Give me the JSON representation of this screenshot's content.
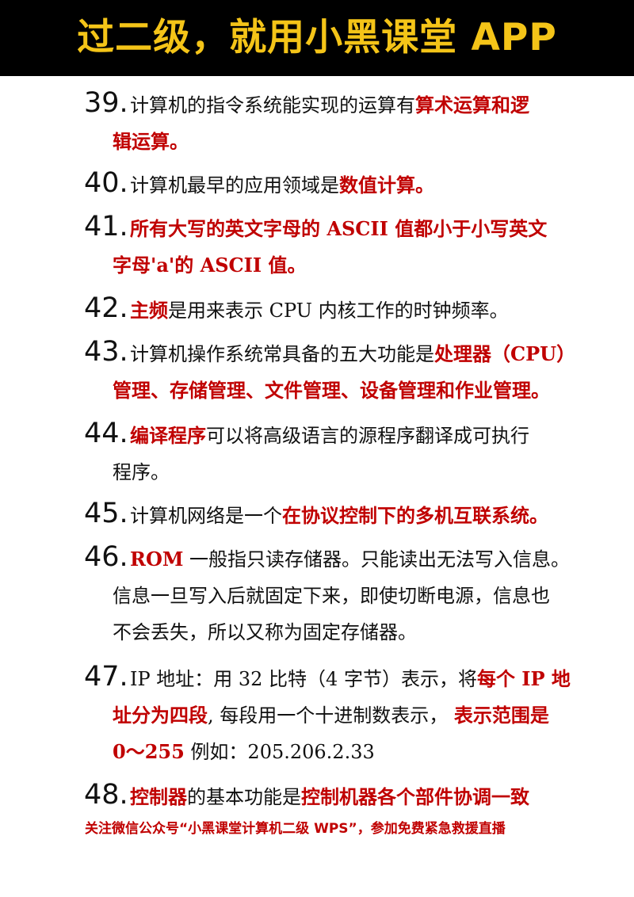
{
  "header": {
    "title": "过二级，就用小黑课堂 APP"
  },
  "items": [
    {
      "num": "39.",
      "lines": [
        [
          {
            "t": "计算机的指令系统能实现的运算有",
            "r": false
          },
          {
            "t": "算术运算和逻",
            "r": true
          }
        ],
        [
          {
            "t": "辑运算。",
            "r": true
          }
        ]
      ]
    },
    {
      "num": "40.",
      "lines": [
        [
          {
            "t": "计算机最早的应用领域是",
            "r": false
          },
          {
            "t": "数值计算。",
            "r": true
          }
        ]
      ]
    },
    {
      "num": "41.",
      "lines": [
        [
          {
            "t": "所有大写的英文字母的 ASCII 值都小于小写英文",
            "r": true
          }
        ],
        [
          {
            "t": "字母'a'的 ASCII 值。",
            "r": true
          }
        ]
      ]
    },
    {
      "num": "42.",
      "lines": [
        [
          {
            "t": "主频",
            "r": true
          },
          {
            "t": "是用来表示 CPU 内核工作的时钟频率。",
            "r": false
          }
        ]
      ]
    },
    {
      "num": "43.",
      "lines": [
        [
          {
            "t": "计算机操作系统常具备的五大功能是",
            "r": false
          },
          {
            "t": "处理器（CPU）",
            "r": true
          }
        ],
        [
          {
            "t": "管理、存储管理、文件管理、设备管理和作业管理。",
            "r": true
          }
        ]
      ]
    },
    {
      "num": "44.",
      "lines": [
        [
          {
            "t": "编译程序",
            "r": true
          },
          {
            "t": "可以将高级语言的源程序翻译成可执行",
            "r": false
          }
        ],
        [
          {
            "t": "程序。",
            "r": false
          }
        ]
      ]
    },
    {
      "num": "45.",
      "lines": [
        [
          {
            "t": "计算机网络是一个",
            "r": false
          },
          {
            "t": "在协议控制下的多机互联系统。",
            "r": true
          }
        ]
      ]
    },
    {
      "num": "46.",
      "lines": [
        [
          {
            "t": "ROM",
            "r": true
          },
          {
            "t": " 一般指只读存储器。只能读出无法写入信息。",
            "r": false
          }
        ],
        [
          {
            "t": "信息一旦写入后就固定下来，即使切断电源，信息也",
            "r": false
          }
        ],
        [
          {
            "t": "不会丢失，所以又称为固定存储器。",
            "r": false
          }
        ]
      ]
    },
    {
      "num": "47.",
      "lines": [
        [
          {
            "t": "IP 地址：用 32 比特（4 字节）表示，将",
            "r": false
          },
          {
            "t": "每个 IP 地",
            "r": true
          }
        ],
        [
          {
            "t": "址分为四段",
            "r": true
          },
          {
            "t": ", 每段用一个十进制数表示， ",
            "r": false
          },
          {
            "t": "表示范围是",
            "r": true
          }
        ],
        [
          {
            "t": "0～255",
            "r": true
          },
          {
            "t": " 例如：205.206.2.33",
            "r": false
          }
        ]
      ]
    },
    {
      "num": "48.",
      "lines": [
        [
          {
            "t": "控制器",
            "r": true
          },
          {
            "t": "的基本功能是",
            "r": false
          },
          {
            "t": "控制机器各个部件协调一致",
            "r": true
          }
        ]
      ]
    }
  ],
  "footer": {
    "text": "关注微信公众号“小黑课堂计算机二级 WPS”，参加免费紧急救援直播"
  }
}
